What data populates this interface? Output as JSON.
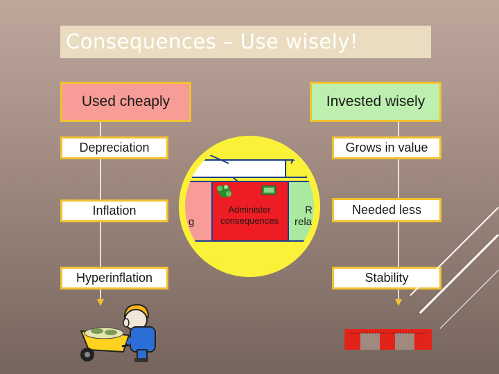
{
  "slide": {
    "title": "Consequences – Use wisely!"
  },
  "left_column": {
    "header": "Used cheaply",
    "steps": [
      "Depreciation",
      "Inflation",
      "Hyperinflation"
    ]
  },
  "right_column": {
    "header": "Invested wisely",
    "steps": [
      "Grows in value",
      "Needed less",
      "Stability"
    ]
  },
  "center_graphic": {
    "middle_label_line1": "Administer",
    "middle_label_line2": "consequences",
    "left_fragment": "g",
    "right_fragment_line1": "R",
    "right_fragment_line2": "rela"
  },
  "colors": {
    "title_bg": "#eadcc0",
    "box_border": "#f2c230",
    "left_header_bg": "#f79c96",
    "right_header_bg": "#bdf0ae",
    "circle_fill": "#fbf139",
    "center_red": "#ee1c24",
    "center_green": "#a9e9a0"
  }
}
